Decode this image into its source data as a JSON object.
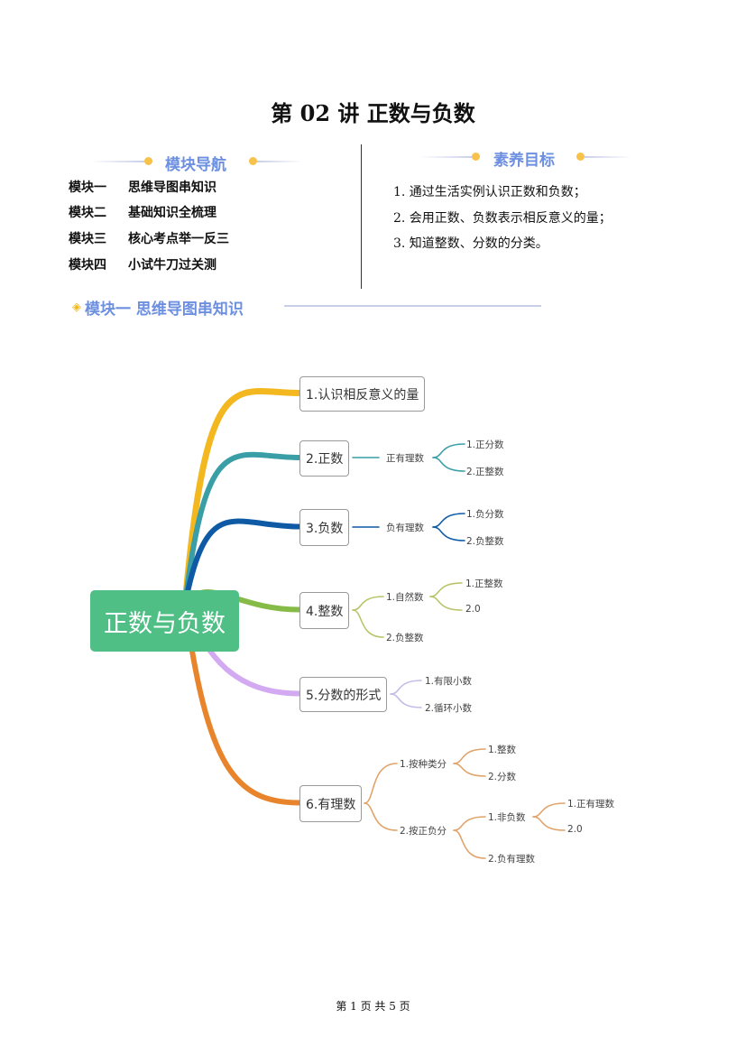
{
  "title": "第 02 讲  正数与负数",
  "nav": {
    "heading": "模块导航",
    "items": [
      {
        "module": "模块一",
        "name": "思维导图串知识"
      },
      {
        "module": "模块二",
        "name": "基础知识全梳理"
      },
      {
        "module": "模块三",
        "name": "核心考点举一反三"
      },
      {
        "module": "模块四",
        "name": "小试牛刀过关测"
      }
    ]
  },
  "goals": {
    "heading": "素养目标",
    "items": [
      "1. 通过生活实例认识正数和负数；",
      "2. 会用正数、负数表示相反意义的量；",
      "3. 知道整数、分数的分类。"
    ]
  },
  "section1": {
    "icon": "double-chevron-icon",
    "title": "模块一 思维导图串知识"
  },
  "mindmap": {
    "root": "正数与负数",
    "colors": [
      "#f3b820",
      "#3a9ea6",
      "#0e5aa5",
      "#86bb48",
      "#d3aaf2",
      "#e8842c"
    ],
    "branches": [
      {
        "label": "1.认识相反意义的量",
        "children": []
      },
      {
        "label": "2.正数",
        "children": [
          {
            "label": "正有理数",
            "children": [
              {
                "label": "1.正分数"
              },
              {
                "label": "2.正整数"
              }
            ]
          }
        ]
      },
      {
        "label": "3.负数",
        "children": [
          {
            "label": "负有理数",
            "children": [
              {
                "label": "1.负分数"
              },
              {
                "label": "2.负整数"
              }
            ]
          }
        ]
      },
      {
        "label": "4.整数",
        "children": [
          {
            "label": "1.自然数",
            "children": [
              {
                "label": "1.正整数"
              },
              {
                "label": "2.0"
              }
            ]
          },
          {
            "label": "2.负整数"
          }
        ]
      },
      {
        "label": "5.分数的形式",
        "children": [
          {
            "label": "1.有限小数"
          },
          {
            "label": "2.循环小数"
          }
        ]
      },
      {
        "label": "6.有理数",
        "children": [
          {
            "label": "1.按种类分",
            "children": [
              {
                "label": "1.整数"
              },
              {
                "label": "2.分数"
              }
            ]
          },
          {
            "label": "2.按正负分",
            "children": [
              {
                "label": "1.非负数",
                "children": [
                  {
                    "label": "1.正有理数"
                  },
                  {
                    "label": "2.0"
                  }
                ]
              },
              {
                "label": "2.负有理数"
              }
            ]
          }
        ]
      }
    ]
  },
  "footer": "第 1 页 共 5 页"
}
